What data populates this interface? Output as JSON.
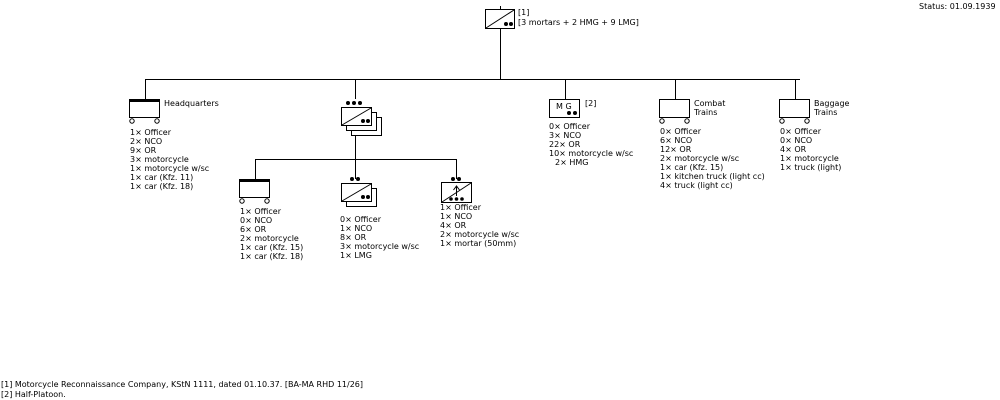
{
  "status": "Status: 01.09.1939",
  "company": {
    "ref": "[1]",
    "summary": "[3 mortars + 2 HMG + 9 LMG]"
  },
  "hq": {
    "label": "Headquarters",
    "lines": [
      "1× Officer",
      "2× NCO",
      "9× OR",
      "3× motorcycle",
      "1× motorcycle w/sc",
      "1× car (Kfz. 11)",
      "1× car (Kfz. 18)"
    ]
  },
  "mg": {
    "symbol_text": "M G",
    "ref": "[2]",
    "lines": [
      "0× Officer",
      "3× NCO",
      "22× OR",
      "10× motorcycle w/sc",
      "2× HMG"
    ]
  },
  "combat_trains": {
    "label_line1": "Combat",
    "label_line2": "Trains",
    "lines": [
      "0× Officer",
      "6× NCO",
      "12× OR",
      "2× motorcycle w/sc",
      "1× car (Kfz. 15)",
      "1× kitchen truck (light cc)",
      "4× truck (light cc)"
    ]
  },
  "baggage_trains": {
    "label_line1": "Baggage",
    "label_line2": "Trains",
    "lines": [
      "0× Officer",
      "0× NCO",
      "4× OR",
      "1× motorcycle",
      "1× truck (light)"
    ]
  },
  "platoon_hq": {
    "lines": [
      "1× Officer",
      "0× NCO",
      "6× OR",
      "2× motorcycle",
      "1× car (Kfz. 15)",
      "1× car (Kfz. 18)"
    ]
  },
  "squad": {
    "lines": [
      "0× Officer",
      "1× NCO",
      "8× OR",
      "3× motorcycle w/sc",
      "1× LMG"
    ]
  },
  "mortar": {
    "lines": [
      "1× Officer",
      "1× NCO",
      "4× OR",
      "2× motorcycle w/sc",
      "1× mortar (50mm)"
    ]
  },
  "footnotes": [
    "[1] Motorcycle Reconnaissance Company, KStN 1111, dated 01.10.37. [BA-MA RHD 11/26]",
    "[2] Half-Platoon."
  ]
}
